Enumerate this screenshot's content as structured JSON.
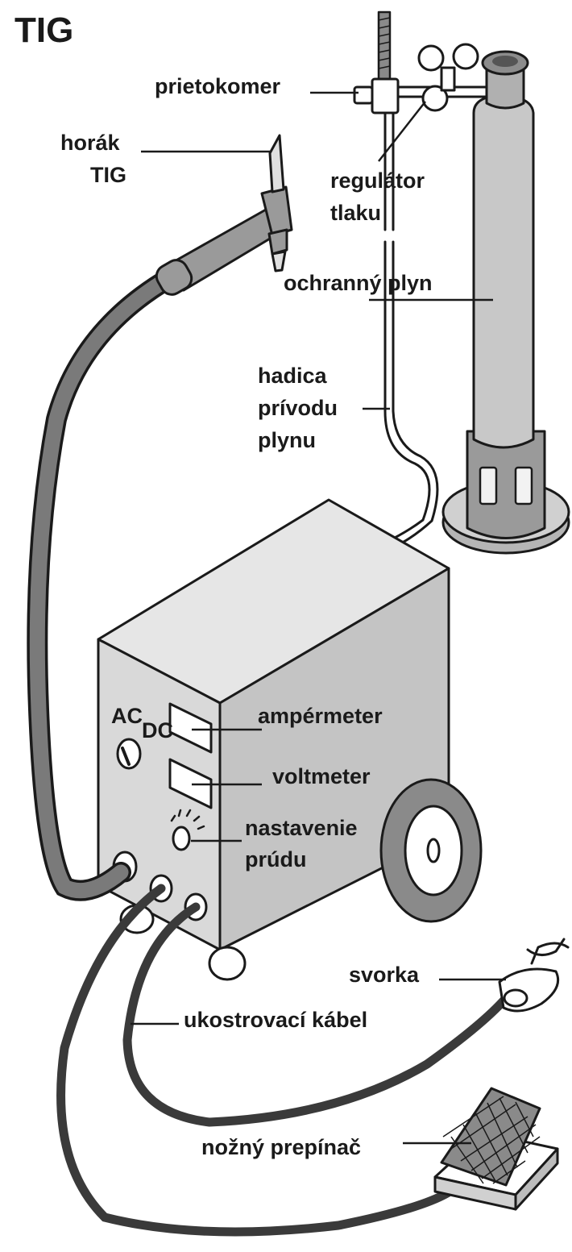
{
  "title": "TIG",
  "labels": {
    "prietokomer": "prietokomer",
    "horak_line1": "horák",
    "horak_line2": "TIG",
    "regulator_line1": "regulátor",
    "regulator_line2": "tlaku",
    "ochranny_plyn": "ochranný plyn",
    "hadica_line1": "hadica",
    "hadica_line2": "prívodu",
    "hadica_line3": "plynu",
    "ampermeter": "ampérmeter",
    "voltmeter": "voltmeter",
    "nastavenie_line1": "nastavenie",
    "nastavenie_line2": "prúdu",
    "svorka": "svorka",
    "ukostrovaci_kabel": "ukostrovací kábel",
    "nozny_prepinac": "nožný prepínač"
  },
  "panel_marks": {
    "ac": "AC",
    "dc": "DC"
  },
  "colors": {
    "ink": "#1a1a1a",
    "machine_front": "#d9d9d9",
    "machine_side": "#c4c4c4",
    "machine_top": "#e6e6e6",
    "cylinder": "#c8c8c8",
    "cable": "#7a7a7a",
    "cable_dark": "#3a3a3a",
    "wheel": "#8a8a8a"
  }
}
